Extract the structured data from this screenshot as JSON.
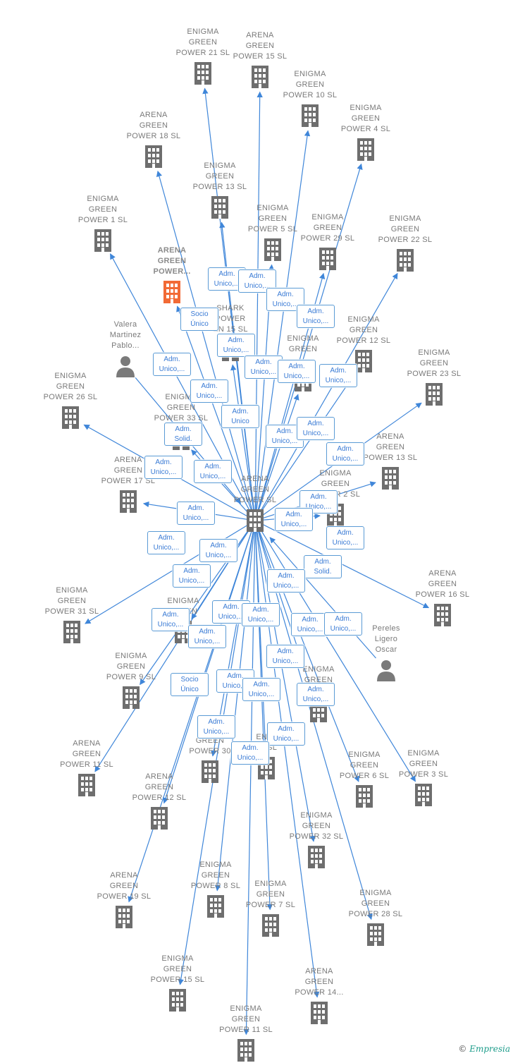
{
  "colors": {
    "edge": "#3f86d9",
    "building": "#6e6e6e",
    "focus_building": "#f26a35",
    "person": "#7a7a7a",
    "label_text": "#7a7a7a",
    "badge_border": "#5b9bd5",
    "badge_text": "#3a7bd5"
  },
  "center": {
    "label": "ARENA\nGREEN\nPOWER  SL",
    "icon": "building-icon"
  },
  "nodes": [
    {
      "id": "eg21",
      "label": "ENIGMA\nGREEN\nPOWER 21  SL",
      "icon": "building"
    },
    {
      "id": "ag15a",
      "label": "ARENA\nGREEN\nPOWER 15  SL",
      "icon": "building"
    },
    {
      "id": "eg10",
      "label": "ENIGMA\nGREEN\nPOWER 10  SL",
      "icon": "building"
    },
    {
      "id": "eg4",
      "label": "ENIGMA\nGREEN\nPOWER 4  SL",
      "icon": "building"
    },
    {
      "id": "ag18",
      "label": "ARENA\nGREEN\nPOWER 18  SL",
      "icon": "building"
    },
    {
      "id": "eg13",
      "label": "ENIGMA\nGREEN\nPOWER 13  SL",
      "icon": "building"
    },
    {
      "id": "eg1",
      "label": "ENIGMA\nGREEN\nPOWER 1  SL",
      "icon": "building"
    },
    {
      "id": "eg5",
      "label": "ENIGMA\nGREEN\nPOWER 5  SL",
      "icon": "building"
    },
    {
      "id": "eg29",
      "label": "ENIGMA\nGREEN\nPOWER 29  SL",
      "icon": "building"
    },
    {
      "id": "eg22",
      "label": "ENIGMA\nGREEN\nPOWER 22  SL",
      "icon": "building"
    },
    {
      "id": "agfocus",
      "label": "ARENA\nGREEN\nPOWER...",
      "icon": "building-focus"
    },
    {
      "id": "shark",
      "label": "SHARK\nPOWER\nEN 15  SL",
      "icon": "building"
    },
    {
      "id": "eg12",
      "label": "ENIGMA\nGREEN\nPOWER 12  SL",
      "icon": "building"
    },
    {
      "id": "valera",
      "label": "Valera\nMartinez\nPablo...",
      "icon": "person"
    },
    {
      "id": "egmid",
      "label": "ENIGMA\nGREEN\n...",
      "icon": "building"
    },
    {
      "id": "eg23",
      "label": "ENIGMA\nGREEN\nPOWER 23  SL",
      "icon": "building"
    },
    {
      "id": "eg26",
      "label": "ENIGMA\nGREEN\nPOWER 26  SL",
      "icon": "building"
    },
    {
      "id": "eg33",
      "label": "ENIGMA\nGREEN\nPOWER 33  SL",
      "icon": "building"
    },
    {
      "id": "ag13",
      "label": "ARENA\nGREEN\nPOWER 13  SL",
      "icon": "building"
    },
    {
      "id": "ag17",
      "label": "ARENA\nGREEN\nPOWER 17  SL",
      "icon": "building"
    },
    {
      "id": "eg2",
      "label": "ENIGMA\nGREEN\nPOWER 2  SL",
      "icon": "building"
    },
    {
      "id": "ag16",
      "label": "ARENA\nGREEN\nPOWER 16  SL",
      "icon": "building"
    },
    {
      "id": "eg31",
      "label": "ENIGMA\nGREEN\nPOWER 31  SL",
      "icon": "building"
    },
    {
      "id": "egmid2",
      "label": "ENIGMA\nGREEN",
      "icon": "building"
    },
    {
      "id": "pereles",
      "label": "Pereles\nLigero\nOscar",
      "icon": "person"
    },
    {
      "id": "eg9",
      "label": "ENIGMA\nGREEN\nPOWER 9  SL",
      "icon": "building"
    },
    {
      "id": "egmid3",
      "label": "ENIGMA\nGREEN\nP...  SL",
      "icon": "building"
    },
    {
      "id": "ag11",
      "label": "ARENA\nGREEN\nPOWER 11  SL",
      "icon": "building"
    },
    {
      "id": "eg30",
      "label": "E...\nGREEN\nPOWER 30",
      "icon": "building"
    },
    {
      "id": "eg14",
      "label": "ENI...\n14  SL",
      "icon": "building"
    },
    {
      "id": "eg6",
      "label": "ENIGMA\nGREEN\nPOWER 6  SL",
      "icon": "building"
    },
    {
      "id": "eg3",
      "label": "ENIGMA\nGREEN\nPOWER 3  SL",
      "icon": "building"
    },
    {
      "id": "ag12",
      "label": "ARENA\nGREEN\nPOWER 12  SL",
      "icon": "building"
    },
    {
      "id": "eg32",
      "label": "ENIGMA\nGREEN\nPOWER 32  SL",
      "icon": "building"
    },
    {
      "id": "ag19",
      "label": "ARENA\nGREEN\nPOWER 19  SL",
      "icon": "building"
    },
    {
      "id": "eg8",
      "label": "ENIGMA\nGREEN\nPOWER 8  SL",
      "icon": "building"
    },
    {
      "id": "eg7",
      "label": "ENIGMA\nGREEN\nPOWER 7  SL",
      "icon": "building"
    },
    {
      "id": "eg28",
      "label": "ENIGMA\nGREEN\nPOWER 28  SL",
      "icon": "building"
    },
    {
      "id": "eg15",
      "label": "ENIGMA\nGREEN\nPOWER 15  SL",
      "icon": "building"
    },
    {
      "id": "ag14",
      "label": "ARENA\nGREEN\nPOWER 14...",
      "icon": "building"
    },
    {
      "id": "eg11",
      "label": "ENIGMA\nGREEN\nPOWER 11  SL",
      "icon": "building"
    }
  ],
  "edge_labels": [
    "Adm.\nUnico,...",
    "Adm.\nUnico,...",
    "Adm.\nUnico,...",
    "Adm.\nUnico,...",
    "Socio\nÚnico",
    "Adm.\nUnico,...",
    "Adm.\nUnico,...",
    "Adm.\nUnico,...",
    "Adm.\nUnico,...",
    "Adm.\nUnico,...",
    "Adm.\nUnico,...",
    "Adm.\nUnico",
    "Adm.\nSolid.",
    "Adm.\nUnico,...",
    "Adm.\nUnico,...",
    "Adm.\nUnico,...",
    "Adm.\nUnico,...",
    "Adm.\nUnico,...",
    "Adm.\nUnico,...",
    "Adm.\nUnico,...",
    "Adm.\nUnico,...",
    "Adm.\nUnico,...",
    "Adm.\nUnico,...",
    "Adm.\nUnico,...",
    "Adm.\nSolid.",
    "Adm.\nUnico,...",
    "Adm.\nUnico,...",
    "Adm.\nUnico,...",
    "Adm.\nUnico,...",
    "Adm.\nUnico,...",
    "Adm.\nUnico,...",
    "Adm.\nUnico,...",
    "Adm.\nUnico,...",
    "Adm.\nUnico,...",
    "Socio\nÚnico",
    "Adm.\nUnico,...",
    "Adm.\nUnico,...",
    "Adm.\nUnico,...",
    "Adm.\nUnico,...",
    "Adm.\nUnico,...",
    "Adm.\nUnico,..."
  ],
  "footer": {
    "copyright": "©",
    "brand": "Empresia"
  }
}
